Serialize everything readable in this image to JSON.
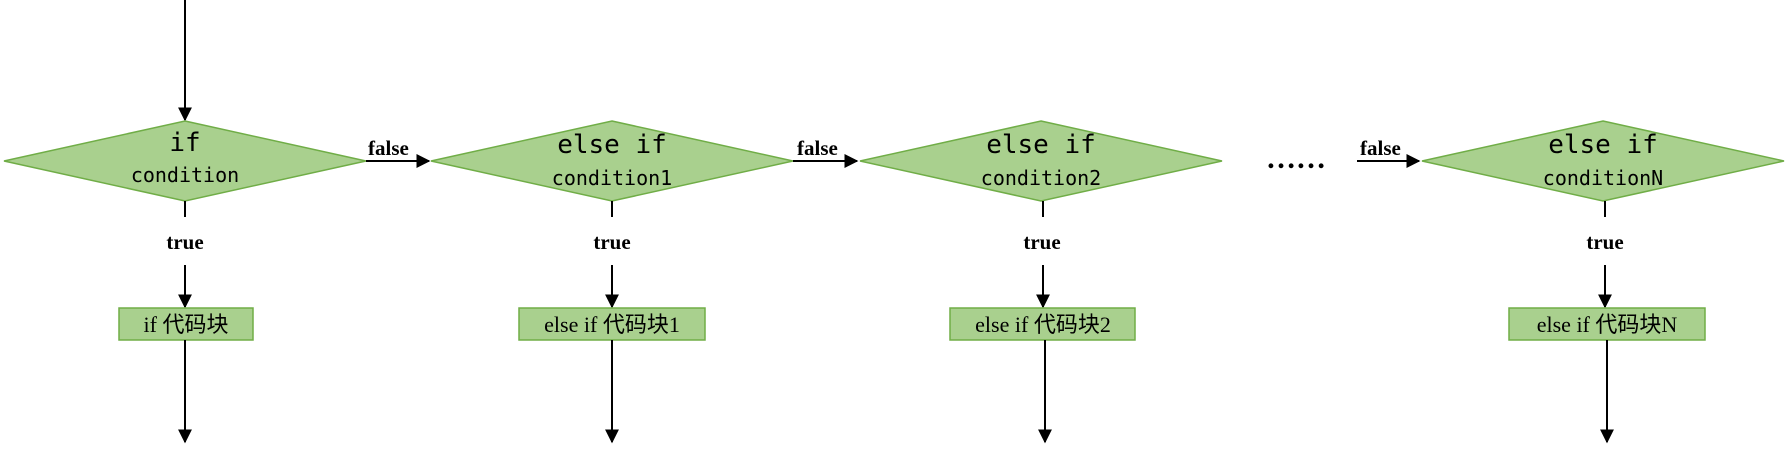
{
  "colors": {
    "shape_fill": "#a9d08e",
    "shape_stroke": "#70ad47",
    "line": "#000000"
  },
  "nodes": [
    {
      "keyword": "if",
      "condition": "condition",
      "block": "if  代码块"
    },
    {
      "keyword": "else if",
      "condition": "condition1",
      "block": "else if 代码块1"
    },
    {
      "keyword": "else if",
      "condition": "condition2",
      "block": "else if 代码块2"
    },
    {
      "keyword": "else if",
      "condition": "conditionN",
      "block": "else if 代码块N"
    }
  ],
  "edges": {
    "false_label": "false",
    "true_label": "true"
  },
  "ellipsis": "……"
}
